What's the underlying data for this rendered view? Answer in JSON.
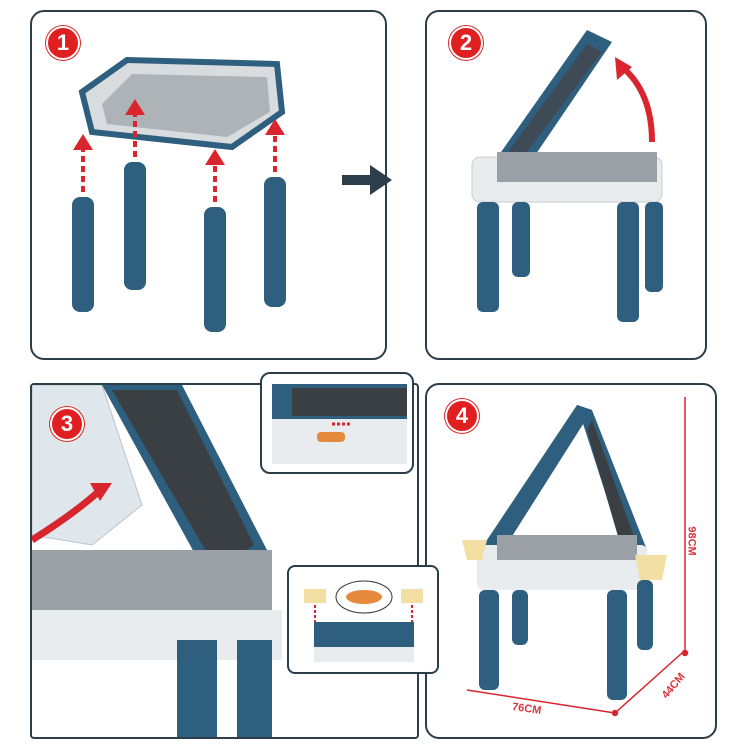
{
  "steps": [
    {
      "number": "1"
    },
    {
      "number": "2"
    },
    {
      "number": "3"
    },
    {
      "number": "4"
    }
  ],
  "dimensions": {
    "width": "76CM",
    "depth": "44CM",
    "height": "98CM"
  },
  "colors": {
    "frame": "#2c3e4a",
    "leg": "#2f5f7f",
    "arrow": "#d9262e",
    "table": "#e9ecee",
    "cup": "#f3dfa4",
    "accent": "#e58a3a"
  }
}
